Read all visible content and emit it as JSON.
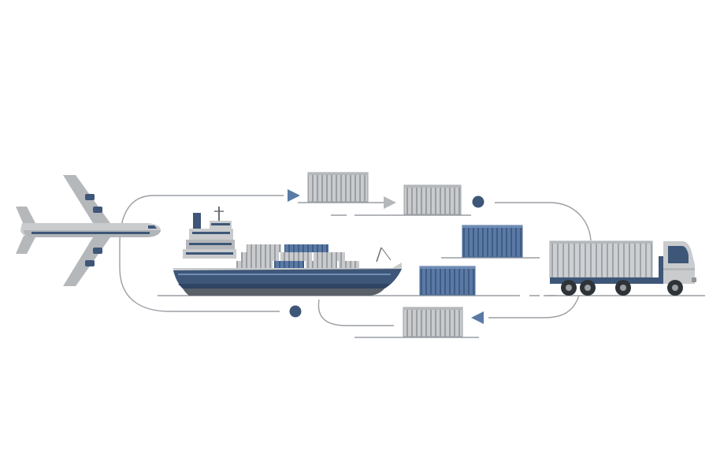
{
  "diagram": {
    "type": "logistics-cycle-illustration",
    "colors": {
      "background": "#ffffff",
      "navy": "#3e5778",
      "navy_dark": "#2f4563",
      "blue_container": "#5a7aa5",
      "blue_container_dark": "#4b6a95",
      "grey_light": "#c9cbcd",
      "grey_mid": "#b5b8bb",
      "grey_rib": "#8f9499",
      "grey_dark": "#6b7075",
      "line": "#9a9ea3",
      "hull_bottom": "#5a6068",
      "tire": "#2e3338"
    },
    "nodes": [
      {
        "id": "airplane",
        "icon": "airplane-icon"
      },
      {
        "id": "cargo-ship",
        "icon": "cargo-ship-icon"
      },
      {
        "id": "truck",
        "icon": "truck-icon"
      },
      {
        "id": "container-1",
        "icon": "grey-shipping-container-icon"
      },
      {
        "id": "container-2",
        "icon": "grey-shipping-container-icon"
      },
      {
        "id": "container-3",
        "icon": "blue-shipping-container-icon"
      },
      {
        "id": "container-4",
        "icon": "blue-shipping-container-icon"
      },
      {
        "id": "container-5",
        "icon": "grey-shipping-container-icon"
      }
    ],
    "markers": [
      "arrow-right-icon",
      "arrow-right-icon",
      "arrow-left-icon",
      "dot-icon",
      "dot-icon"
    ]
  }
}
